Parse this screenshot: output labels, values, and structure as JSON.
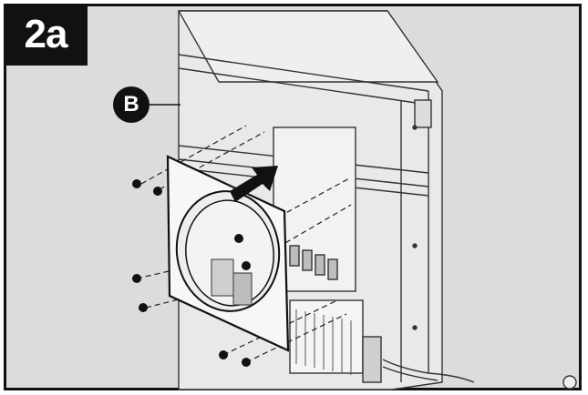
{
  "figure": {
    "step_label": "2a",
    "callout_label": "B",
    "colors": {
      "background": "#dcdcdc",
      "panel": "#e6e6e6",
      "line": "#333333",
      "badge": "#111111",
      "badge_text": "#ffffff"
    },
    "icons": [
      "screw-icon",
      "arrow-icon",
      "flange-plate",
      "unit-cabinet"
    ]
  }
}
